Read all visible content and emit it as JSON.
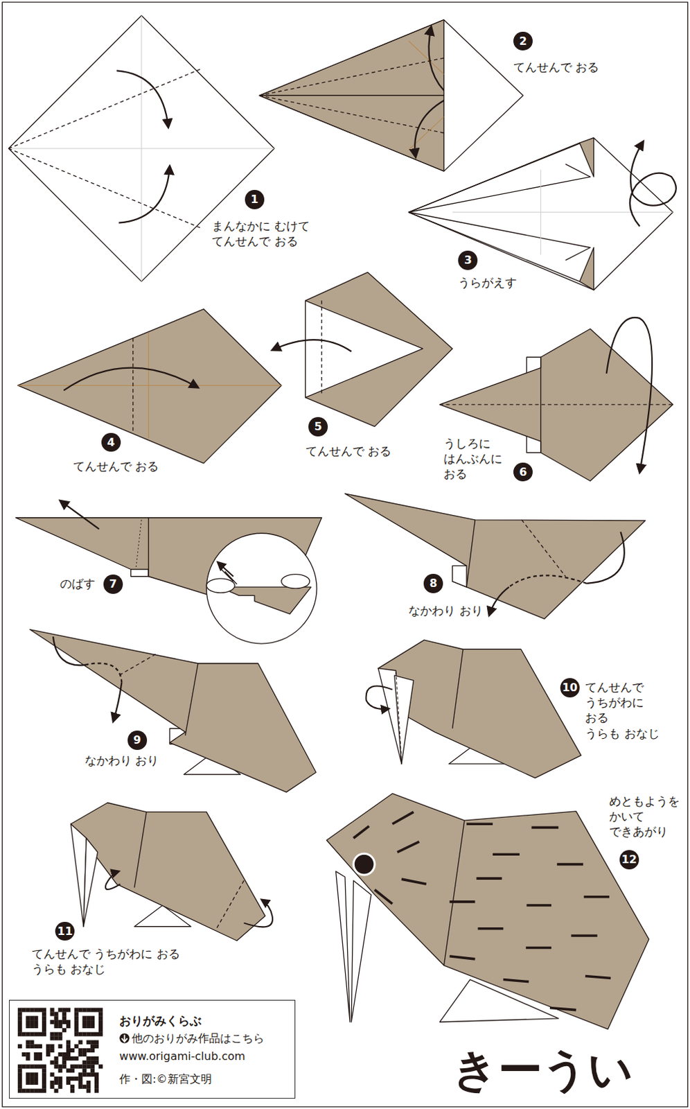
{
  "diagram": {
    "title": "きーうい",
    "nodes": [
      {
        "text": [
          "おりがみくらぶ",
          "他のおりがみ作品はこちら",
          "www.origami-club.com",
          "作・図:©新宮文明"
        ]
      }
    ],
    "labels": [
      "1",
      "まんなかに むけて てんせんで おる",
      "2",
      "てんせんで おる",
      "3",
      "うらがえす",
      "4",
      "てんせんで おる",
      "5",
      "てんせんで おる",
      "6",
      "うしろに はんぶんに おる",
      "のばす",
      "7",
      "8",
      "なかわり おり",
      "9",
      "なかわり おり",
      "10",
      "てんせんで うちがわに おる",
      "うらも おなじ",
      "11",
      "てんせんで うちがわに おる",
      "うらも おなじ",
      "めともようを かいて できあがり",
      "12"
    ]
  }
}
